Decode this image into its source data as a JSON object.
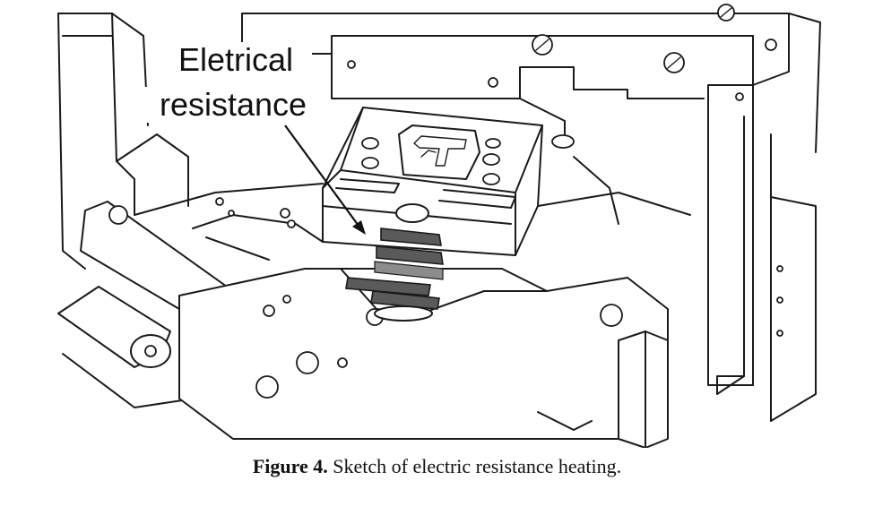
{
  "figure": {
    "callout_line1": "Eletrical",
    "callout_line2": "resistance",
    "caption_label": "Figure 4.",
    "caption_text": " Sketch of electric resistance heating."
  }
}
